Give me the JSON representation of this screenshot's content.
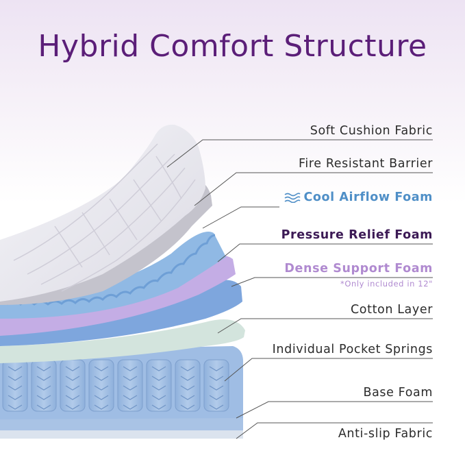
{
  "title": "Hybrid Comfort Structure",
  "layers": [
    {
      "label": "Soft Cushion Fabric"
    },
    {
      "label": "Fire Resistant Barrier"
    },
    {
      "label": "Cool Airflow Foam",
      "icon": "airflow-wave-icon"
    },
    {
      "label": "Pressure Relief Foam"
    },
    {
      "label": "Dense Support Foam",
      "note": "*Only included in 12\""
    },
    {
      "label": "Cotton Layer"
    },
    {
      "label": "Individual Pocket Springs"
    },
    {
      "label": "Base Foam"
    },
    {
      "label": "Anti-slip Fabric"
    }
  ],
  "colors": {
    "title": "#5b1e78",
    "cool_airflow": "#4f8fc7",
    "pressure_relief": "#3c1a55",
    "dense_support": "#b08ad0",
    "cushion": "#e9e8ef",
    "airflow_foam": "#8fb8e3",
    "purple_foam": "#c7b0e6",
    "support_foam": "#7aa3dc",
    "cotton": "#d5e5df",
    "springs": "#9cbbe2"
  }
}
